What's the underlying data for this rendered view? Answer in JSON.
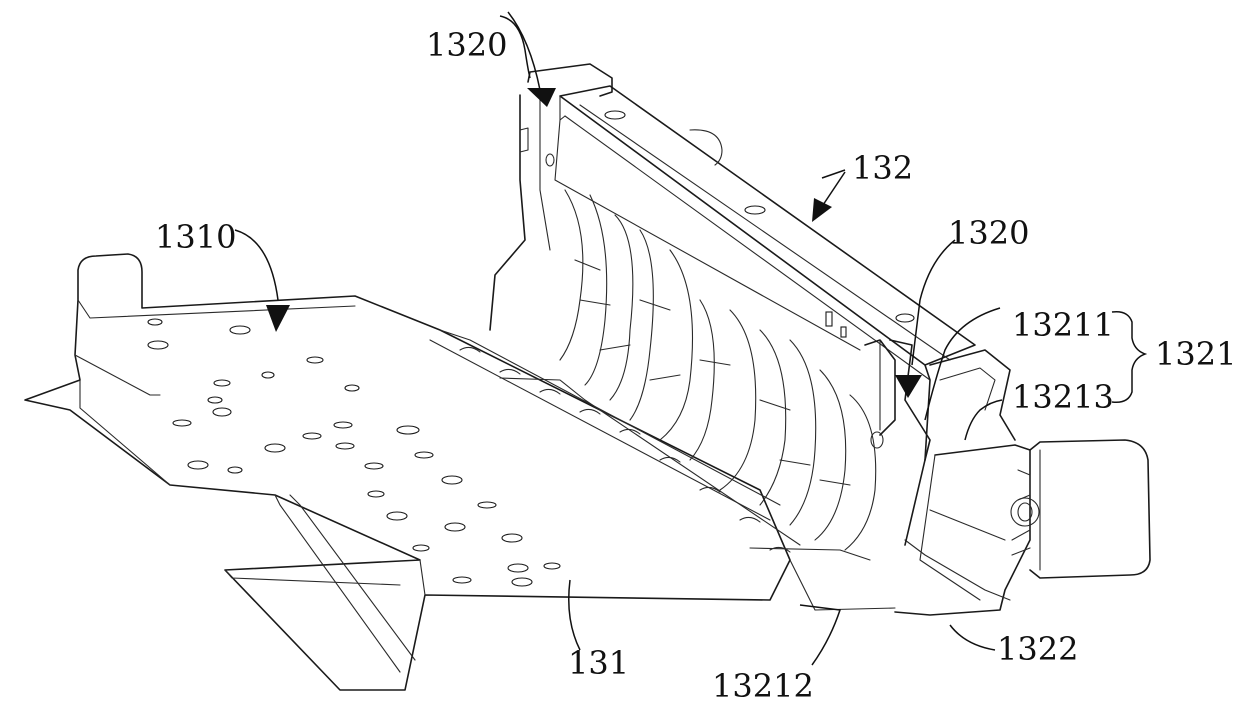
{
  "labels": {
    "l1320_top": "1320",
    "l132": "132",
    "l1310": "1310",
    "l1320_right": "1320",
    "l13211": "13211",
    "l1321": "1321",
    "l13213": "13213",
    "l131": "131",
    "l13212": "13212",
    "l1322": "1322"
  }
}
